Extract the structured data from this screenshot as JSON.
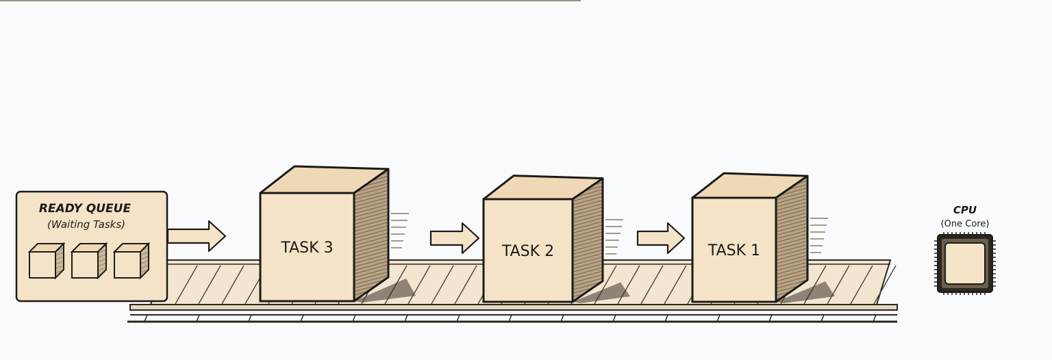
{
  "queue": {
    "title": "READY QUEUE",
    "subtitle": "(Waiting Tasks)",
    "waiting_count": 3
  },
  "tasks": [
    {
      "label": "TASK 3"
    },
    {
      "label": "TASK 2"
    },
    {
      "label": "TASK 1"
    }
  ],
  "cpu": {
    "title": "CPU",
    "subtitle": "(One Core)"
  },
  "colors": {
    "box_face": "#f5e3c8",
    "box_top": "#efd8b6",
    "box_side": "#cdb89b",
    "ink": "#1c1a17",
    "background": "#f8fafc"
  }
}
